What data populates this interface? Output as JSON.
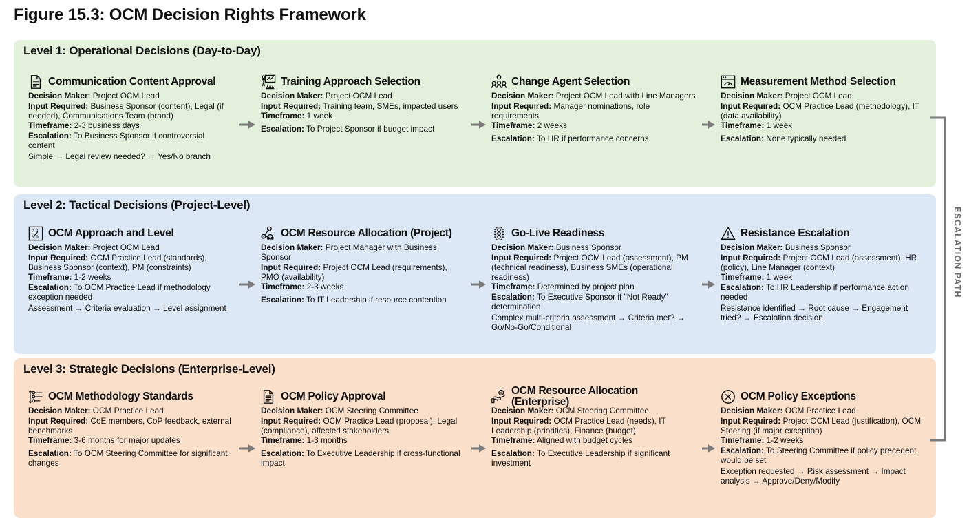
{
  "figure": {
    "title": "Figure 15.3: OCM Decision Rights Framework",
    "escalation_label": "ESCALATION PATH"
  },
  "colors": {
    "level1_band": "#e2f0dc",
    "level1_card": "#ddeed5",
    "level1_border": "#285420",
    "level2_band": "#dde8f7",
    "level2_card": "#dceaf8",
    "level2_border": "#1d3f66",
    "level3_band": "#fadfca",
    "level3_card": "#fbe0d0",
    "level3_border": "#b3521a",
    "arrow": "#7a7a7a",
    "escalation": "#6b6b6b"
  },
  "levels": [
    {
      "id": "level-1",
      "title": "Level 1: Operational Decisions (Day-to-Day)",
      "cards": [
        {
          "icon": "document-icon",
          "title": "Communication Content Approval",
          "decision_maker_label": "Decision Maker:",
          "decision_maker": "Project OCM Lead",
          "input_required_label": "Input Required:",
          "input_required": "Business Sponsor (content), Legal (if needed), Communications Team (brand)",
          "timeframe_label": "Timeframe:",
          "timeframe": "2-3 business days",
          "escalation_label": "Escalation:",
          "escalation": "To Business Sponsor if controversial content",
          "flow": "Simple → Legal review needed? → Yes/No branch"
        },
        {
          "icon": "training-board-icon",
          "title": "Training Approach Selection",
          "decision_maker_label": "Decision Maker:",
          "decision_maker": "Project OCM Lead",
          "input_required_label": "Input Required:",
          "input_required": "Training team, SMEs, impacted users",
          "timeframe_label": "Timeframe:",
          "timeframe": "1 week",
          "escalation_label": "Escalation:",
          "escalation": "To Project Sponsor if budget impact",
          "flow": ""
        },
        {
          "icon": "change-agents-icon",
          "title": "Change Agent Selection",
          "decision_maker_label": "Decision Maker:",
          "decision_maker": "Project OCM Lead with Line Managers",
          "input_required_label": "Input Required:",
          "input_required": "Manager nominations, role requirements",
          "timeframe_label": "Timeframe:",
          "timeframe": "2 weeks",
          "escalation_label": "Escalation:",
          "escalation": "To HR if performance concerns",
          "flow": ""
        },
        {
          "icon": "gauge-dashboard-icon",
          "title": "Measurement Method Selection",
          "decision_maker_label": "Decision Maker:",
          "decision_maker": "Project OCM Lead",
          "input_required_label": "Input Required:",
          "input_required": "OCM Practice Lead (methodology), IT (data availability)",
          "timeframe_label": "Timeframe:",
          "timeframe": "1 week",
          "escalation_label": "Escalation:",
          "escalation": "None typically needed",
          "flow": ""
        }
      ]
    },
    {
      "id": "level-2",
      "title": "Level 2: Tactical Decisions (Project-Level)",
      "cards": [
        {
          "icon": "puzzle-levels-icon",
          "title": "OCM Approach and Level",
          "decision_maker_label": "Decision Maker:",
          "decision_maker": "Project OCM Lead",
          "input_required_label": "Input Required:",
          "input_required": "OCM Practice Lead (standards), Business Sponsor (context), PM (constraints)",
          "timeframe_label": "Timeframe:",
          "timeframe": "1-2 weeks",
          "escalation_label": "Escalation:",
          "escalation": "To OCM Practice Lead if methodology exception needed",
          "flow": "Assessment → Criteria evaluation → Level assignment"
        },
        {
          "icon": "resource-network-icon",
          "title": "OCM Resource Allocation (Project)",
          "decision_maker_label": "Decision Maker:",
          "decision_maker": "Project Manager with Business Sponsor",
          "input_required_label": "Input Required:",
          "input_required": "Project OCM Lead (requirements), PMO (availability)",
          "timeframe_label": "Timeframe:",
          "timeframe": "2-3 weeks",
          "escalation_label": "Escalation:",
          "escalation": "To IT Leadership if resource contention",
          "flow": ""
        },
        {
          "icon": "traffic-light-icon",
          "title": "Go-Live Readiness",
          "decision_maker_label": "Decision Maker:",
          "decision_maker": "Business Sponsor",
          "input_required_label": "Input Required:",
          "input_required": "Project OCM Lead (assessment), PM (technical readiness), Business SMEs (operational readiness)",
          "timeframe_label": "Timeframe:",
          "timeframe": "Determined by project plan",
          "escalation_label": "Escalation:",
          "escalation": "To Executive Sponsor if \"Not Ready\" determination",
          "flow": "Complex multi-criteria assessment → Criteria met? → Go/No-Go/Conditional"
        },
        {
          "icon": "warning-triangle-icon",
          "title": "Resistance Escalation",
          "decision_maker_label": "Decision Maker:",
          "decision_maker": "Business Sponsor",
          "input_required_label": "Input Required:",
          "input_required": "Project OCM Lead (assessment), HR (policy), Line Manager (context)",
          "timeframe_label": "Timeframe:",
          "timeframe": "1 week",
          "escalation_label": "Escalation:",
          "escalation": "To HR Leadership if performance action needed",
          "flow": "Resistance identified → Root cause → Engagement tried? → Escalation decision"
        }
      ]
    },
    {
      "id": "level-3",
      "title": "Level 3: Strategic Decisions (Enterprise-Level)",
      "cards": [
        {
          "icon": "standards-list-icon",
          "title": "OCM Methodology Standards",
          "decision_maker_label": "Decision Maker:",
          "decision_maker": "OCM Practice Lead",
          "input_required_label": "Input Required:",
          "input_required": "CoE members, CoP feedback, external benchmarks",
          "timeframe_label": "Timeframe:",
          "timeframe": "3-6 months for major updates",
          "escalation_label": "Escalation:",
          "escalation": "To OCM Steering Committee for significant changes",
          "flow": ""
        },
        {
          "icon": "policy-document-icon",
          "title": "OCM Policy Approval",
          "decision_maker_label": "Decision Maker:",
          "decision_maker": "OCM Steering Committee",
          "input_required_label": "Input Required:",
          "input_required": "OCM Practice Lead (proposal), Legal (compliance), affected stakeholders",
          "timeframe_label": "Timeframe:",
          "timeframe": "1-3 months",
          "escalation_label": "Escalation:",
          "escalation": "To Executive Leadership if cross-functional impact",
          "flow": ""
        },
        {
          "icon": "hand-money-icon",
          "title": "OCM Resource Allocation (Enterprise)",
          "decision_maker_label": "Decision Maker:",
          "decision_maker": "OCM Steering Committee",
          "input_required_label": "Input Required:",
          "input_required": "OCM Practice Lead (needs), IT Leadership (priorities), Finance (budget)",
          "timeframe_label": "Timeframe:",
          "timeframe": "Aligned with budget cycles",
          "escalation_label": "Escalation:",
          "escalation": "To Executive Leadership if significant investment",
          "flow": ""
        },
        {
          "icon": "circle-x-icon",
          "title": "OCM Policy Exceptions",
          "decision_maker_label": "Decision Maker:",
          "decision_maker": "OCM Practice Lead",
          "input_required_label": "Input Required:",
          "input_required": "Project OCM Lead (justification), OCM Steering (if major exception)",
          "timeframe_label": "Timeframe:",
          "timeframe": "1-2 weeks",
          "escalation_label": "Escalation:",
          "escalation": "To Steering Committee if policy precedent would be set",
          "flow": "Exception requested → Risk assessment → Impact analysis → Approve/Deny/Modify"
        }
      ]
    }
  ]
}
